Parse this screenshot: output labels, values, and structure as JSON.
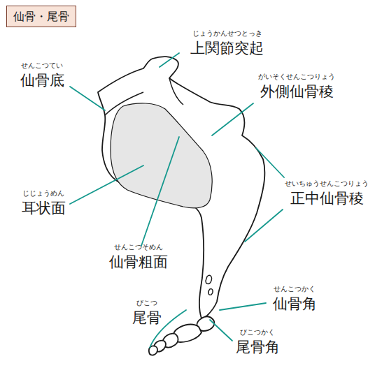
{
  "diagram": {
    "title": "仙骨・尾骨",
    "labels": [
      "じょうかんせつとっき",
      "上関節突起",
      "せんこつてい",
      "仙骨底",
      "がいそくせんこつりょう",
      "外側仙骨稜",
      "せいちゅうせんこつりょう",
      "正中仙骨稜",
      "じじょうめん",
      "耳状面",
      "せんこつそめん",
      "仙骨粗面",
      "せんこつかく",
      "仙骨角",
      "びこつ",
      "尾骨",
      "びこつかく",
      "尾骨角"
    ]
  }
}
